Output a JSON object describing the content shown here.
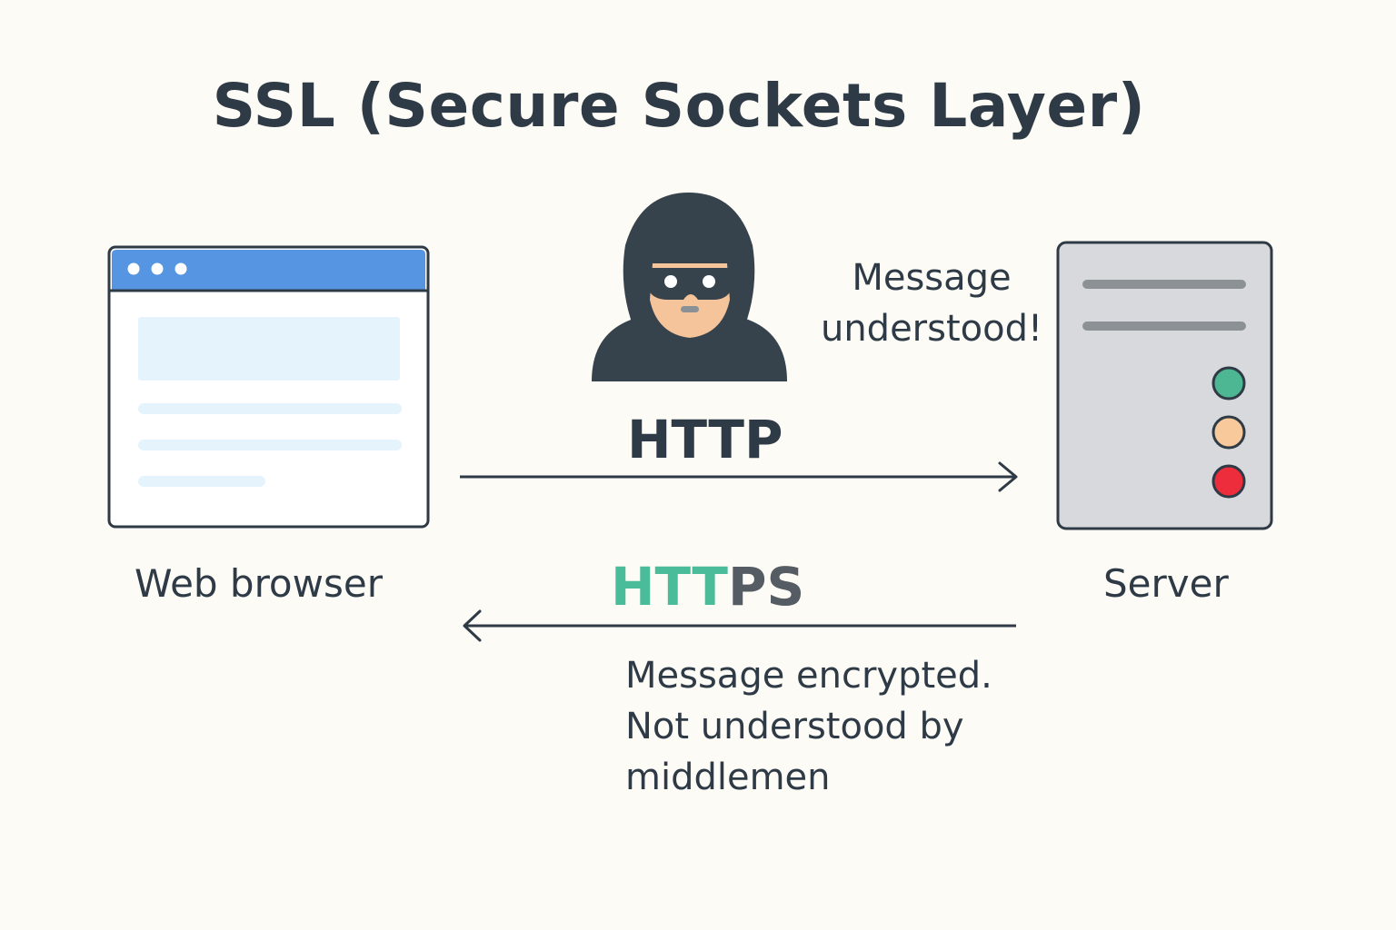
{
  "title": "SSL (Secure Sockets Layer)",
  "browser": {
    "label": "Web browser",
    "header_color": "#5595e2",
    "content_color": "#e4f3fc"
  },
  "server": {
    "label": "Server",
    "body_color": "#d8d9dc",
    "status_lights": [
      "#4db692",
      "#f8c99a",
      "#ed2d3c"
    ]
  },
  "attacker": {
    "icon": "hooded-hacker-icon",
    "hood_color": "#36424c",
    "skin_color": "#f5c49a"
  },
  "http": {
    "label": "HTTP",
    "note": "Message understood!"
  },
  "https": {
    "label_part1": "HTT",
    "label_part2": "PS",
    "accent_color": "#4bbc99",
    "note_line1": "Message encrypted.",
    "note_line2": "Not understood by",
    "note_line3": "middlemen"
  }
}
